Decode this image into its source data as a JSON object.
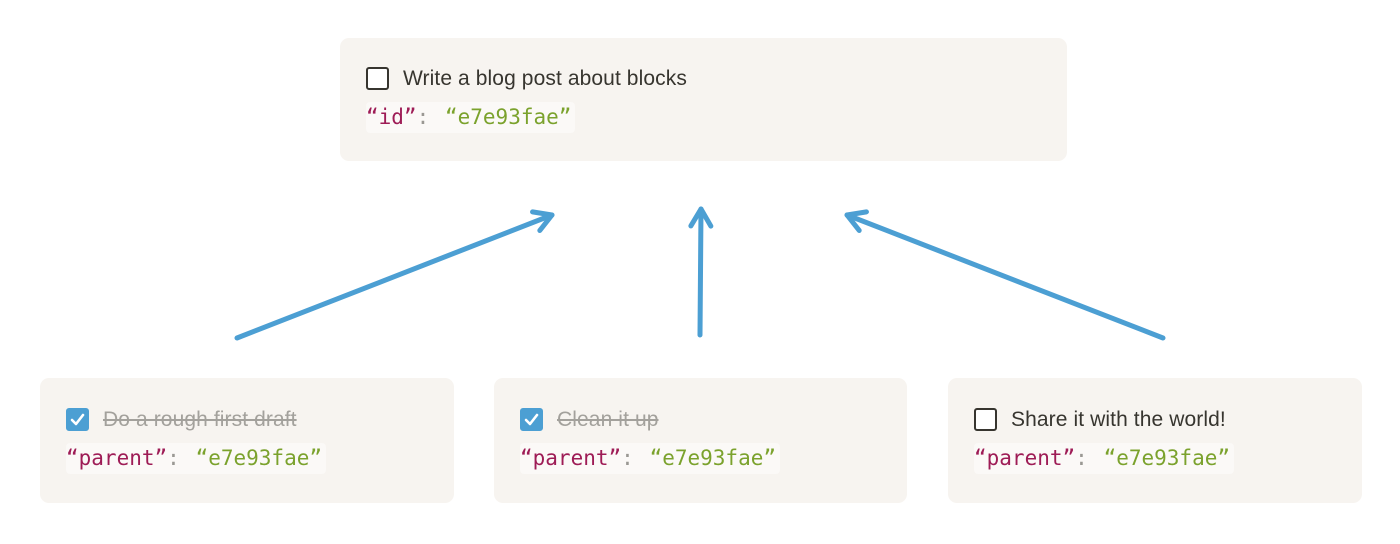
{
  "colors": {
    "accent-blue": "#4c9fd3",
    "card-bg": "#f7f4f0",
    "text-dark": "#37352f",
    "text-muted": "#a3a19c",
    "code-key": "#9e1c56",
    "code-punct": "#9a9893",
    "code-value": "#7ba22d"
  },
  "parent_block": {
    "title": "Write a blog post about blocks",
    "checked": false,
    "property": {
      "key": "“id”",
      "separator": ":",
      "value": "“e7e93fae”"
    }
  },
  "child_blocks": [
    {
      "title": "Do a rough first draft",
      "checked": true,
      "property": {
        "key": "“parent”",
        "separator": ":",
        "value": "“e7e93fae”"
      }
    },
    {
      "title": "Clean it up",
      "checked": true,
      "property": {
        "key": "“parent”",
        "separator": ":",
        "value": "“e7e93fae”"
      }
    },
    {
      "title": "Share it with the world!",
      "checked": false,
      "property": {
        "key": "“parent”",
        "separator": ":",
        "value": "“e7e93fae”"
      }
    }
  ]
}
